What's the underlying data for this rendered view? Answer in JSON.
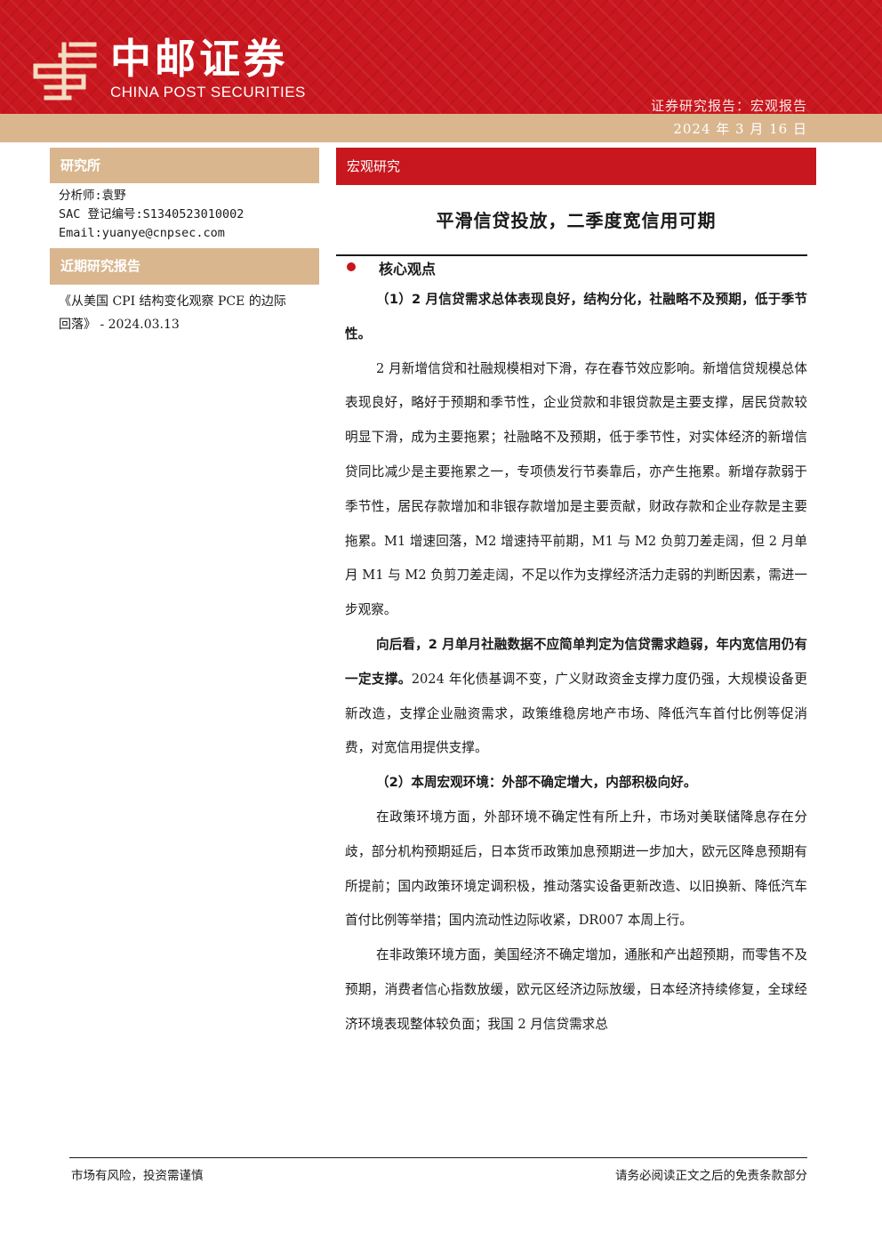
{
  "header": {
    "brand_cn": "中邮证券",
    "brand_en": "CHINA POST SECURITIES",
    "report_type": "证券研究报告：宏观报告",
    "date": "2024 年 3 月 16 日",
    "logo_icon": "china-post-logo",
    "colors": {
      "brand_red": "#c8171e",
      "gold": "#d9b68e"
    }
  },
  "sidebar": {
    "institute_heading": "研究所",
    "analyst": "分析师:袁野",
    "sac": "SAC 登记编号:S1340523010002",
    "email": "Email:yuanye@cnpsec.com",
    "recent_heading": "近期研究报告",
    "recent_report_line1": "《从美国 CPI 结构变化观察 PCE 的边际",
    "recent_report_line2": "回落》 - 2024.03.13"
  },
  "main": {
    "section_tag": "宏观研究",
    "title": "平滑信贷投放，二季度宽信用可期",
    "core_heading": "核心观点",
    "sub1": "（1）2 月信贷需求总体表现良好，结构分化，社融略不及预期，低于季节性。",
    "p1": "2 月新增信贷和社融规模相对下滑，存在春节效应影响。新增信贷规模总体表现良好，略好于预期和季节性，企业贷款和非银贷款是主要支撑，居民贷款较明显下滑，成为主要拖累；社融略不及预期，低于季节性，对实体经济的新增信贷同比减少是主要拖累之一，专项债发行节奏靠后，亦产生拖累。新增存款弱于季节性，居民存款增加和非银存款增加是主要贡献，财政存款和企业存款是主要拖累。M1 增速回落，M2 增速持平前期，M1 与 M2 负剪刀差走阔，但 2 月单月 M1 与 M2 负剪刀差走阔，不足以作为支撑经济活力走弱的判断因素，需进一步观察。",
    "p2_bold": "向后看，2 月单月社融数据不应简单判定为信贷需求趋弱，年内宽信用仍有一定支撑。",
    "p2_rest": "2024 年化债基调不变，广义财政资金支撑力度仍强，大规模设备更新改造，支撑企业融资需求，政策维稳房地产市场、降低汽车首付比例等促消费，对宽信用提供支撑。",
    "sub2": "（2）本周宏观环境：外部不确定增大，内部积极向好。",
    "p3": "在政策环境方面，外部环境不确定性有所上升，市场对美联储降息存在分歧，部分机构预期延后，日本货币政策加息预期进一步加大，欧元区降息预期有所提前；国内政策环境定调积极，推动落实设备更新改造、以旧换新、降低汽车首付比例等举措；国内流动性边际收紧，DR007 本周上行。",
    "p4": "在非政策环境方面，美国经济不确定增加，通胀和产出超预期，而零售不及预期，消费者信心指数放缓，欧元区经济边际放缓，日本经济持续修复，全球经济环境表现整体较负面；我国 2 月信贷需求总"
  },
  "footer": {
    "left": "市场有风险，投资需谨慎",
    "right": "请务必阅读正文之后的免责条款部分"
  }
}
